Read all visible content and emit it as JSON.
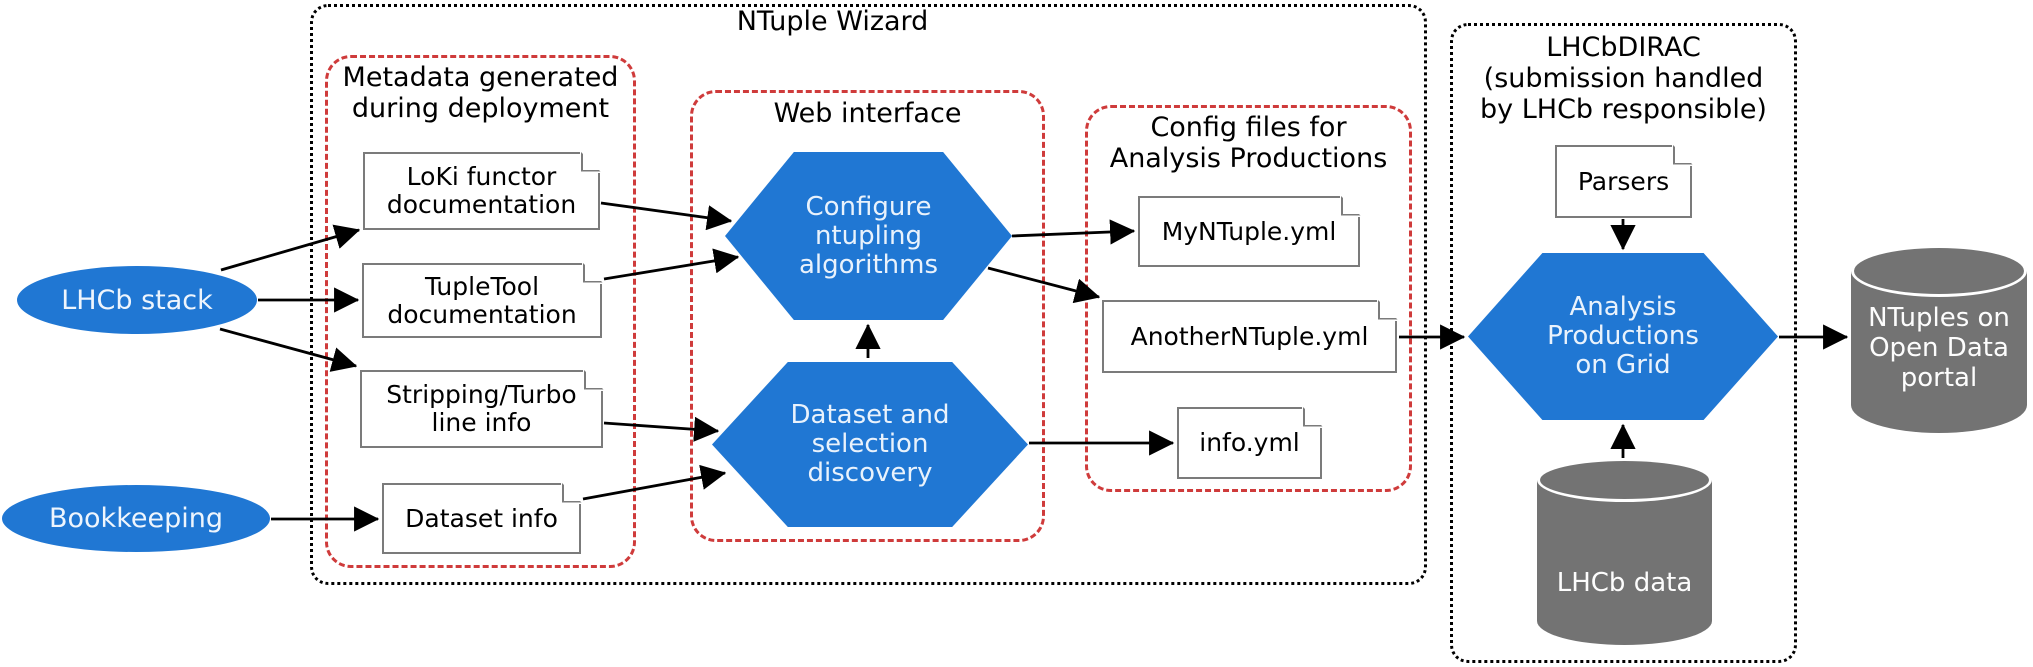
{
  "colors": {
    "node_blue": "#2077d3",
    "node_gray": "#737373",
    "group_dashed_red": "#cf3b3b",
    "doc_border_gray": "#7b7b7b",
    "arrow_black": "#000000"
  },
  "sources": {
    "lhcb_stack": "LHCb stack",
    "bookkeeping": "Bookkeeping"
  },
  "ntuple_wizard": {
    "title": "NTuple Wizard",
    "metadata": {
      "title": "Metadata generated\nduring deployment",
      "docs": {
        "loki": "LoKi functor\ndocumentation",
        "tupletool": "TupleTool\ndocumentation",
        "stripping": "Stripping/Turbo\nline info",
        "dataset_info": "Dataset info"
      }
    },
    "web_interface": {
      "title": "Web interface",
      "configure_hex": "Configure\nntupling\nalgorithms",
      "dataset_hex": "Dataset and\nselection\ndiscovery"
    },
    "config_files": {
      "title": "Config files for\nAnalysis Productions",
      "docs": {
        "myntuple": "MyNTuple.yml",
        "anotherntuple": "AnotherNTuple.yml",
        "info": "info.yml"
      }
    }
  },
  "lhcbdirac": {
    "title": "LHCbDIRAC\n(submission handled\nby LHCb responsible)",
    "parsers_doc": "Parsers",
    "analysis_hex": "Analysis\nProductions\non Grid",
    "lhcb_data_cylinder": "LHCb data"
  },
  "output": {
    "ntuples_cylinder": "NTuples on\nOpen Data\nportal"
  },
  "edges": [
    {
      "from": "lhcb-stack",
      "to": "loki-doc"
    },
    {
      "from": "lhcb-stack",
      "to": "tupletool-doc"
    },
    {
      "from": "lhcb-stack",
      "to": "stripping-doc"
    },
    {
      "from": "bookkeeping",
      "to": "dataset-info-doc"
    },
    {
      "from": "loki-doc",
      "to": "configure-hex"
    },
    {
      "from": "tupletool-doc",
      "to": "configure-hex"
    },
    {
      "from": "stripping-doc",
      "to": "dataset-hex"
    },
    {
      "from": "dataset-info-doc",
      "to": "dataset-hex"
    },
    {
      "from": "dataset-hex",
      "to": "configure-hex"
    },
    {
      "from": "configure-hex",
      "to": "myntuple-doc"
    },
    {
      "from": "configure-hex",
      "to": "anotherntuple-doc"
    },
    {
      "from": "dataset-hex",
      "to": "info-doc"
    },
    {
      "from": "anotherntuple-doc",
      "to": "analysis-hex"
    },
    {
      "from": "parsers-doc",
      "to": "analysis-hex"
    },
    {
      "from": "lhcb-data-cylinder",
      "to": "analysis-hex"
    },
    {
      "from": "analysis-hex",
      "to": "ntuples-cylinder"
    }
  ]
}
